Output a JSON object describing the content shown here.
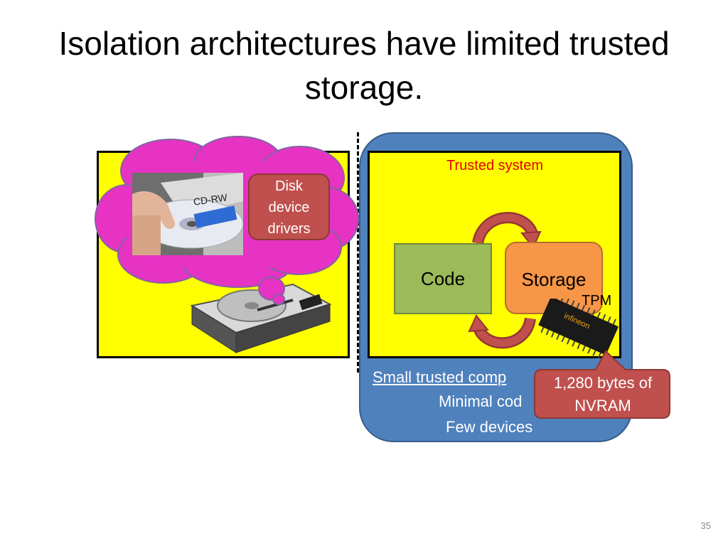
{
  "slide": {
    "title": "Isolation architectures have limited trusted storage.",
    "page_number": "35"
  },
  "diagram": {
    "trusted_system_label": "Trusted system",
    "code_label": "Code",
    "storage_label": "Storage",
    "tpm_label": "TPM",
    "chip_brand": "infineon",
    "disk_callout_lines": [
      "Disk",
      "device",
      "drivers"
    ],
    "nvram_callout_lines": [
      "1,280 bytes of",
      "NVRAM"
    ],
    "small_trusted_label": "Small trusted comp",
    "minimal_code_label": "Minimal cod",
    "few_devices_label": "Few devices",
    "cd_label": "CD-RW"
  },
  "colors": {
    "yellow": "#ffff00",
    "panel_blue": "#4f81bd",
    "cloud_magenta": "#e633c3",
    "code_green": "#9bbb59",
    "storage_orange": "#f79646",
    "callout_red": "#c0504d",
    "trusted_text_red": "#e00000"
  }
}
